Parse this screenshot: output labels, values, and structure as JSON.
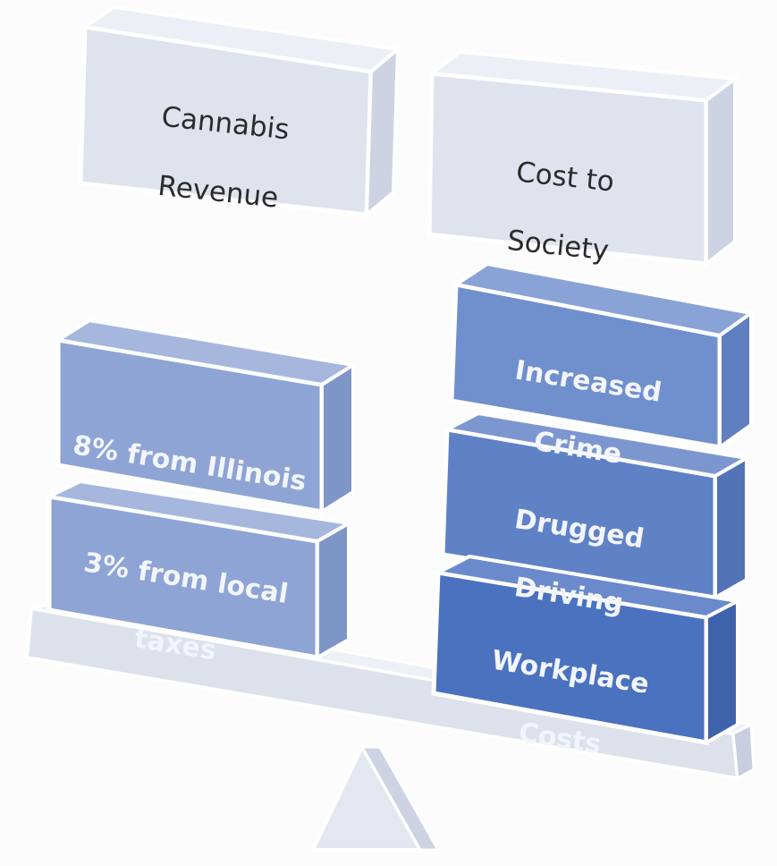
{
  "header_boxes": {
    "revenue": {
      "line1": "Cannabis",
      "line2": "Revenue"
    },
    "cost": {
      "line1": "Cost to",
      "line2": "Society"
    }
  },
  "left_stack": [
    {
      "line1": "8% from Illinois",
      "line2": ""
    },
    {
      "line1": "3% from local",
      "line2": "taxes"
    }
  ],
  "right_stack": [
    {
      "line1": "Increased",
      "line2": "Crime"
    },
    {
      "line1": "Drugged",
      "line2": "Driving"
    },
    {
      "line1": "Workplace",
      "line2": "Costs"
    }
  ],
  "colors": {
    "header_fill": "#dfe3ee",
    "left_fill": "#8ea4d4",
    "right_top_fill": "#6f8fcd",
    "right_mid_fill": "#5f82c6",
    "right_bottom_fill": "#4a72bf",
    "scale_fill": "#dfe3ee"
  }
}
